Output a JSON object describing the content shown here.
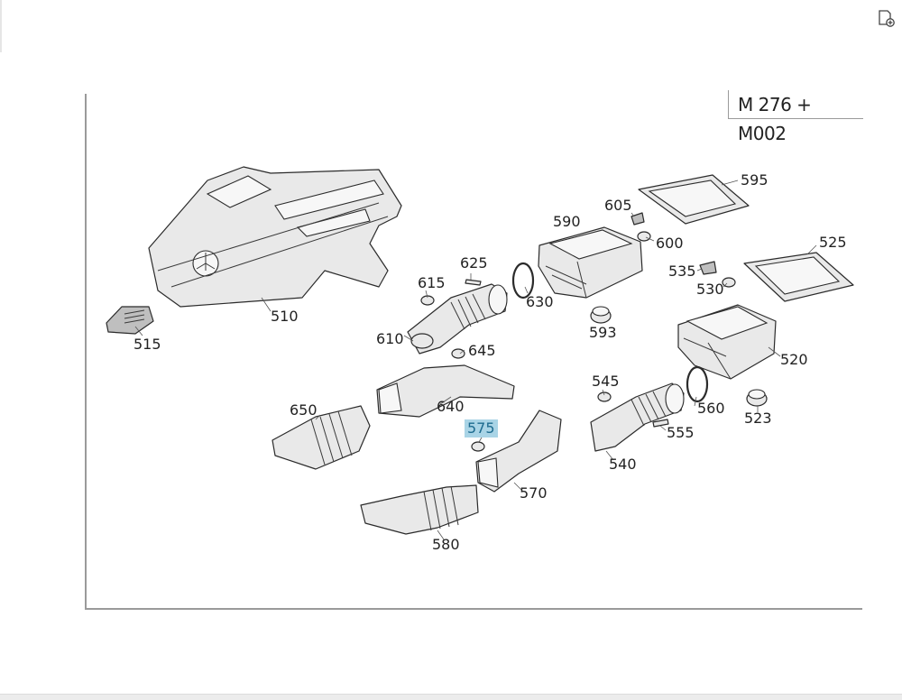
{
  "toolbar": {
    "corner_icon": "add-note-icon"
  },
  "diagram": {
    "model_label": "M 276 + M002",
    "selected_callout": "575",
    "callouts": [
      {
        "id": "510",
        "label": "510"
      },
      {
        "id": "515",
        "label": "515"
      },
      {
        "id": "520",
        "label": "520"
      },
      {
        "id": "523",
        "label": "523"
      },
      {
        "id": "525",
        "label": "525"
      },
      {
        "id": "530",
        "label": "530"
      },
      {
        "id": "535",
        "label": "535"
      },
      {
        "id": "540",
        "label": "540"
      },
      {
        "id": "545",
        "label": "545"
      },
      {
        "id": "555",
        "label": "555"
      },
      {
        "id": "560",
        "label": "560"
      },
      {
        "id": "570",
        "label": "570"
      },
      {
        "id": "575",
        "label": "575"
      },
      {
        "id": "580",
        "label": "580"
      },
      {
        "id": "590",
        "label": "590"
      },
      {
        "id": "593",
        "label": "593"
      },
      {
        "id": "595",
        "label": "595"
      },
      {
        "id": "600",
        "label": "600"
      },
      {
        "id": "605",
        "label": "605"
      },
      {
        "id": "610",
        "label": "610"
      },
      {
        "id": "615",
        "label": "615"
      },
      {
        "id": "625",
        "label": "625"
      },
      {
        "id": "630",
        "label": "630"
      },
      {
        "id": "640",
        "label": "640"
      },
      {
        "id": "645",
        "label": "645"
      },
      {
        "id": "650",
        "label": "650"
      }
    ]
  }
}
